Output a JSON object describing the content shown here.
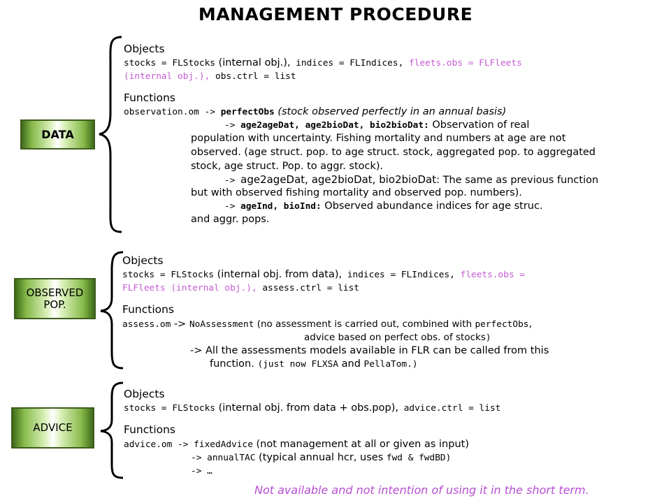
{
  "title": "MANAGEMENT PROCEDURE",
  "data_section": {
    "label": "DATA",
    "objects_heading": "Objects",
    "obj_line1_code1": "stocks = FLStocks",
    "obj_line1_text1": " (internal obj.),",
    "obj_line1_code2": " indices = FLIndices,",
    "obj_line1_code3": " fleets.obs = FLFleets",
    "obj_line2_code1": "(internal obj.),",
    "obj_line2_code2": " obs.ctrl = list",
    "functions_heading": "Functions",
    "f1_code": "observation.om -> ",
    "f1_fn": "perfectObs",
    "f1_text": " (stock observed perfectly in an annual basis)",
    "f2_arrow": "-> ",
    "f2_fn": "age2ageDat, age2bioDat, bio2bioDat:",
    "f2_text": " Observation of real",
    "f3": "population with uncertainty. Fishing mortality and numbers at age are not",
    "f4": "observed. (age struct. pop. to age struct. stock, aggregated pop. to aggregated",
    "f5": "stock, age struct. Pop. to aggr. stock).",
    "f6_arrow": "-> ",
    "f6_fn": "age2ageDat, age2bioDat, bio2bioDat",
    "f6_text": ": The same as previous function",
    "f7": "but with observed fishing mortality and observed pop. numbers).",
    "f8_arrow": "-> ",
    "f8_fn": "ageInd, bioInd:",
    "f8_text": " Observed abundance indices for age struc.",
    "f9": "and aggr. pops."
  },
  "observed_section": {
    "label_line1": "OBSERVED",
    "label_line2": "POP.",
    "objects_heading": "Objects",
    "obj_line1_code1": "stocks = FLStocks",
    "obj_line1_text1": " (internal obj. from data),",
    "obj_line1_code2": " indices = FLIndices,",
    "obj_line1_code3": " fleets.obs =",
    "obj_line2_code1": "FLFleets (internal obj.),",
    "obj_line2_code2": " assess.ctrl = list",
    "functions_heading": "Functions",
    "f1_code1": "assess.om",
    "f1_arrow": " -> ",
    "f1_code2": "NoAssessment",
    "f1_text": " (no assessment is carried out, combined with ",
    "f1_code3": "perfectObs",
    "f1_end": ",",
    "f2_text": "advice based on perfect obs. of stocks",
    "f2_end": ")",
    "f3": "->  All the assessments models available in FLR can be called from this",
    "f4_text": "function.  ",
    "f4_paren": "(just now ",
    "f4_code1": "FLXSA",
    "f4_and": " and ",
    "f4_code2": "PellaTom.",
    "f4_end": ")"
  },
  "advice_section": {
    "label": "ADVICE",
    "objects_heading": "Objects",
    "obj_code1": "stocks = FLStocks",
    "obj_text1": " (internal obj. from data + obs.pop),",
    "obj_code2": " advice.ctrl = list",
    "functions_heading": "Functions",
    "f1_code1": "advice.om -> fixedAdvice",
    "f1_text": " (not management at all or given as input)",
    "f2_code1": "-> annualTAC",
    "f2_text": " (typical annual hcr, uses ",
    "f2_code2": "fwd & fwdBD)",
    "f3": "-> …"
  },
  "footnote": "Not available and not intention of using it in the short term.",
  "colors": {
    "box_dark": "#3e6b1a",
    "box_light": "#d9f0b8",
    "highlight": "#c45bd1",
    "footnote": "#b64fd0"
  }
}
